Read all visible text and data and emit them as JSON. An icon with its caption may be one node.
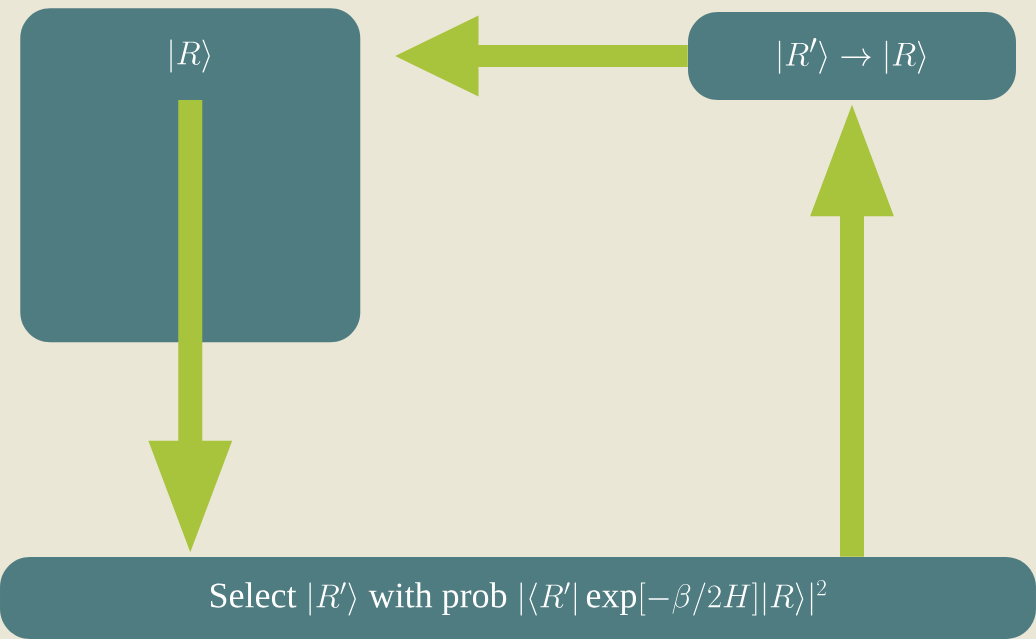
{
  "diagram": {
    "nodes": [
      {
        "text": [
          "|R\\rangle"
        ]
      },
      {
        "text": [
          "|R'\\rangle \\to |R\\rangle"
        ]
      },
      {
        "text": [
          "\\text{Select } |R'\\rangle \\text{ with prob } |\\langle R'|\\exp[-\\beta/2H]|R\\rangle|^2"
        ]
      }
    ],
    "edges": [
      {
        "from": 0,
        "to": 2,
        "arrow": "to"
      },
      {
        "from": 2,
        "to": 1,
        "arrow": "to"
      },
      {
        "from": 1,
        "to": 0,
        "arrow": "to"
      }
    ]
  }
}
